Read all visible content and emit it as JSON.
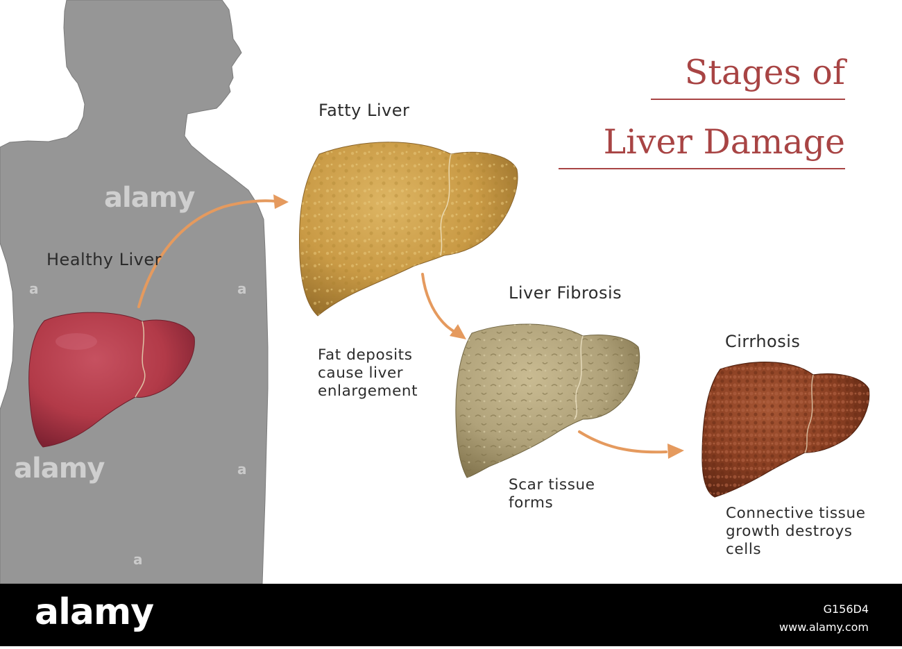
{
  "title": {
    "line1": "Stages of",
    "line2": "Liver Damage"
  },
  "stages": [
    {
      "id": "healthy",
      "name": "Healthy Liver",
      "description": ""
    },
    {
      "id": "fatty",
      "name": "Fatty Liver",
      "description": "Fat deposits\ncause liver\nenlargement"
    },
    {
      "id": "fibrosis",
      "name": "Liver Fibrosis",
      "description": "Scar tissue\nforms"
    },
    {
      "id": "cirrhosis",
      "name": "Cirrhosis",
      "description": "Connective tissue\ngrowth destroys\ncells"
    }
  ],
  "colors": {
    "title": "#a84444",
    "silhouette": "#969696",
    "arrow": "#e59a5e",
    "healthy_liver": "#b23a48",
    "fatty_liver": "#c99a45",
    "fibrosis_liver": "#b0a27a",
    "cirrhosis_liver": "#8a3f22"
  },
  "watermark": {
    "brand": "alamy",
    "mark": "a",
    "image_id": "G156D4",
    "site": "www.alamy.com"
  }
}
